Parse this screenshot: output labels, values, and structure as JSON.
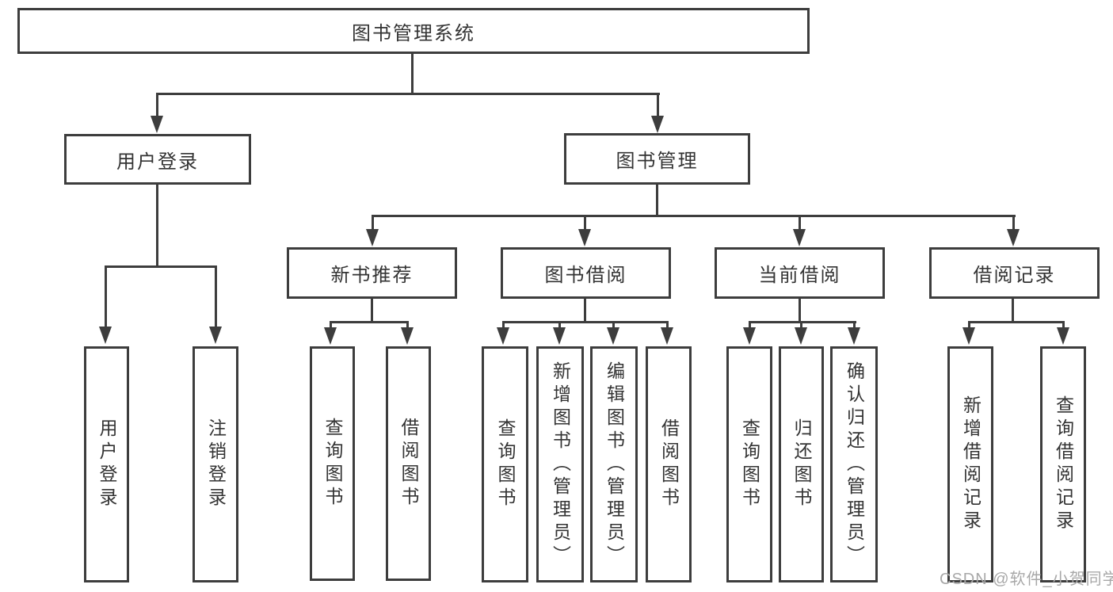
{
  "title": "图书管理系统",
  "nodes": {
    "user_login": {
      "label": "用户登录",
      "children": {
        "login": "用户登录",
        "logout": "注销登录"
      }
    },
    "book_mgmt": {
      "label": "图书管理"
    },
    "new_rec": {
      "label": "新书推荐",
      "children": {
        "query": "查询图书",
        "borrow": "借阅图书"
      }
    },
    "borrowing": {
      "label": "图书借阅",
      "children": {
        "query": "查询图书",
        "add": "新增图书（管理员）",
        "edit": "编辑图书（管理员）",
        "borrow": "借阅图书"
      }
    },
    "current": {
      "label": "当前借阅",
      "children": {
        "query": "查询图书",
        "return": "归还图书",
        "confirm": "确认归还（管理员）"
      }
    },
    "records": {
      "label": "借阅记录",
      "children": {
        "add": "新增借阅记录",
        "query": "查询借阅记录"
      }
    }
  },
  "watermark": "CSDN @软件_小贺同学",
  "colors": {
    "line": "#3d3d3d",
    "text": "#333333",
    "box_background": "#ffffff",
    "watermark": "#a8a8a8"
  }
}
